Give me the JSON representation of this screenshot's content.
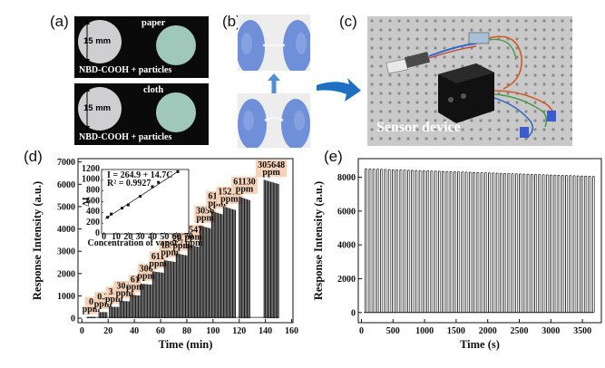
{
  "panels": {
    "a": "(a)",
    "b": "(b)",
    "c": "(c)",
    "d": "(d)",
    "e": "(e)"
  },
  "panel_a": {
    "top": {
      "material": "paper",
      "diameter": "15 mm",
      "caption": "NBD-COOH + particles"
    },
    "bottom": {
      "material": "cloth",
      "diameter": "15 mm",
      "caption": "NBD-COOH + particles"
    }
  },
  "panel_c": {
    "photo_caption": "Sensor device"
  },
  "colors": {
    "arrow_blue": "#1f6fc2",
    "bar_color": "#1a1a1a",
    "label_box": "#f6d2b8",
    "glove_blue": "#6f8fd8",
    "disc_gray": "#cfcfd1",
    "disc_teal": "#9fc8bb"
  },
  "chart_data": [
    {
      "id": "d",
      "type": "bar",
      "xlabel": "Time (min)",
      "ylabel": "Response Intensity (a.u.)",
      "xlim": [
        -3,
        161
      ],
      "ylim": [
        -200,
        7150
      ],
      "xticks": [
        0,
        20,
        40,
        60,
        80,
        100,
        120,
        140,
        160
      ],
      "yticks": [
        0,
        1000,
        2000,
        3000,
        4000,
        5000,
        6000,
        7000
      ],
      "groups": [
        {
          "label": [
            "0",
            "ppm"
          ],
          "x_start": 4,
          "x_end": 10,
          "value": 60
        },
        {
          "label": [
            "0.3",
            "ppm"
          ],
          "x_start": 13,
          "x_end": 19,
          "value": 280
        },
        {
          "label": [
            "3.1",
            "ppm"
          ],
          "x_start": 21,
          "x_end": 28,
          "value": 520
        },
        {
          "label": [
            "30.5",
            "ppm"
          ],
          "x_start": 29,
          "x_end": 36,
          "value": 780
        },
        {
          "label": [
            "61",
            "ppm"
          ],
          "x_start": 37,
          "x_end": 44,
          "value": 1050
        },
        {
          "label": [
            "306",
            "ppm"
          ],
          "x_start": 45,
          "x_end": 53,
          "value": 1550
        },
        {
          "label": [
            "611",
            "ppm"
          ],
          "x_start": 54,
          "x_end": 62,
          "value": 2100
        },
        {
          "label": [
            "1528",
            "ppm"
          ],
          "x_start": 63,
          "x_end": 71,
          "value": 2600
        },
        {
          "label": [
            "2038",
            "ppm"
          ],
          "x_start": 72,
          "x_end": 80,
          "value": 2900
        },
        {
          "label": [
            "2547",
            "ppm"
          ],
          "x_start": 81,
          "x_end": 89,
          "value": 3300
        },
        {
          "label": [
            "3056",
            "ppm"
          ],
          "x_start": 90,
          "x_end": 98,
          "value": 4150
        },
        {
          "label": [
            "6113",
            "ppm"
          ],
          "x_start": 99,
          "x_end": 107,
          "value": 4800
        },
        {
          "label": [
            "15282",
            "ppm"
          ],
          "x_start": 108,
          "x_end": 117,
          "value": 5000
        },
        {
          "label": [
            "61130",
            "ppm"
          ],
          "x_start": 120,
          "x_end": 128,
          "value": 5450
        },
        {
          "label": [
            "305648",
            "ppm"
          ],
          "x_start": 139,
          "x_end": 150,
          "value": 6200
        }
      ],
      "inset": {
        "type": "scatter",
        "xlabel": "Concentration of vapor / ppm",
        "ylabel": "ΔI",
        "equation": "I = 264.9 + 14.7C",
        "r2": "R² = 0.9927",
        "xlim": [
          -2,
          70
        ],
        "ylim": [
          0,
          1200
        ],
        "xticks": [
          0,
          10,
          20,
          30,
          40,
          50,
          60,
          70
        ],
        "yticks": [
          0,
          200,
          400,
          600,
          800,
          1000,
          1200
        ],
        "x": [
          3,
          6,
          15,
          20,
          30,
          40,
          45,
          61
        ],
        "y": [
          310,
          370,
          480,
          540,
          700,
          880,
          960,
          1160
        ]
      }
    },
    {
      "id": "e",
      "type": "bar",
      "xlabel": "Time (s)",
      "ylabel": "Response Intensity (a.u.)",
      "xlim": [
        -50,
        3800
      ],
      "ylim": [
        -600,
        9100
      ],
      "xticks": [
        0,
        500,
        1000,
        1500,
        2000,
        2500,
        3000,
        3500
      ],
      "yticks": [
        0,
        2000,
        4000,
        6000,
        8000
      ],
      "cycles": 60,
      "x_first": 60,
      "x_last": 3660,
      "start_value": 8500,
      "end_value": 8050
    }
  ]
}
